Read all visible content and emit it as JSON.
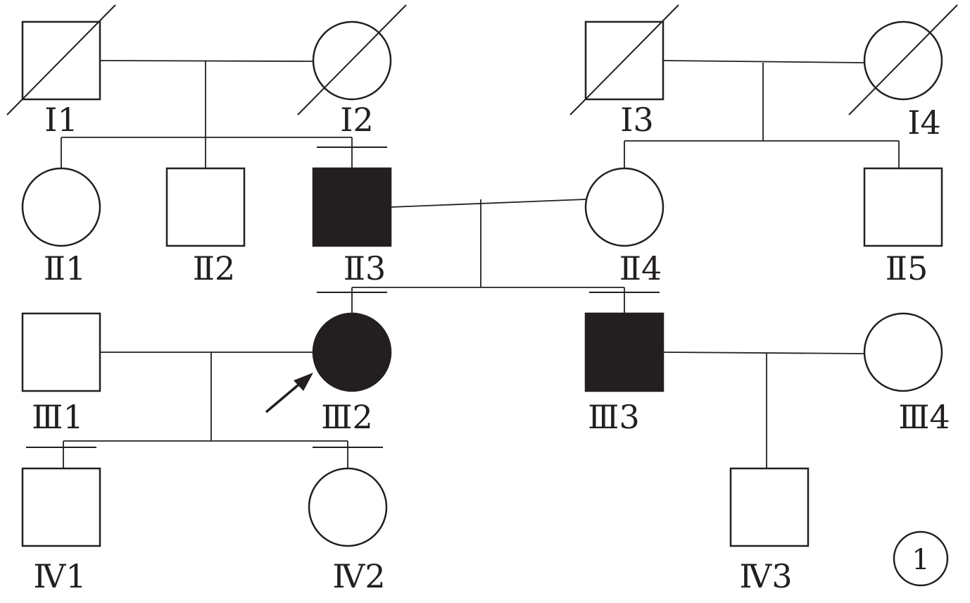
{
  "panel_label": "1",
  "colors": {
    "line": "#231f20",
    "affected": "#231f20",
    "background": "#ffffff"
  },
  "individuals": [
    {
      "id": "I1",
      "sex": "male",
      "affected": false,
      "deceased": true,
      "tested": false,
      "proband": false,
      "label": "Ⅰ1"
    },
    {
      "id": "I2",
      "sex": "female",
      "affected": false,
      "deceased": true,
      "tested": false,
      "proband": false,
      "label": "Ⅰ2"
    },
    {
      "id": "I3",
      "sex": "male",
      "affected": false,
      "deceased": true,
      "tested": false,
      "proband": false,
      "label": "Ⅰ3"
    },
    {
      "id": "I4",
      "sex": "female",
      "affected": false,
      "deceased": true,
      "tested": false,
      "proband": false,
      "label": "Ⅰ4"
    },
    {
      "id": "II1",
      "sex": "female",
      "affected": false,
      "deceased": false,
      "tested": false,
      "proband": false,
      "label": "Ⅱ1"
    },
    {
      "id": "II2",
      "sex": "male",
      "affected": false,
      "deceased": false,
      "tested": false,
      "proband": false,
      "label": "Ⅱ2"
    },
    {
      "id": "II3",
      "sex": "male",
      "affected": true,
      "deceased": false,
      "tested": true,
      "proband": false,
      "label": "Ⅱ3"
    },
    {
      "id": "II4",
      "sex": "female",
      "affected": false,
      "deceased": false,
      "tested": false,
      "proband": false,
      "label": "Ⅱ4"
    },
    {
      "id": "II5",
      "sex": "male",
      "affected": false,
      "deceased": false,
      "tested": false,
      "proband": false,
      "label": "Ⅱ5"
    },
    {
      "id": "III1",
      "sex": "male",
      "affected": false,
      "deceased": false,
      "tested": false,
      "proband": false,
      "label": "Ⅲ1"
    },
    {
      "id": "III2",
      "sex": "female",
      "affected": true,
      "deceased": false,
      "tested": true,
      "proband": true,
      "label": "Ⅲ2"
    },
    {
      "id": "III3",
      "sex": "male",
      "affected": true,
      "deceased": false,
      "tested": true,
      "proband": false,
      "label": "Ⅲ3"
    },
    {
      "id": "III4",
      "sex": "female",
      "affected": false,
      "deceased": false,
      "tested": false,
      "proband": false,
      "label": "Ⅲ4"
    },
    {
      "id": "IV1",
      "sex": "male",
      "affected": false,
      "deceased": false,
      "tested": true,
      "proband": false,
      "label": "Ⅳ1"
    },
    {
      "id": "IV2",
      "sex": "female",
      "affected": false,
      "deceased": false,
      "tested": true,
      "proband": false,
      "label": "Ⅳ2"
    },
    {
      "id": "IV3",
      "sex": "male",
      "affected": false,
      "deceased": false,
      "tested": false,
      "proband": false,
      "label": "Ⅳ3"
    }
  ],
  "couples": [
    {
      "partners": [
        "I1",
        "I2"
      ],
      "children": [
        "II1",
        "II2",
        "II3"
      ]
    },
    {
      "partners": [
        "I3",
        "I4"
      ],
      "children": [
        "II4",
        "II5"
      ]
    },
    {
      "partners": [
        "II3",
        "II4"
      ],
      "children": [
        "III2",
        "III3"
      ]
    },
    {
      "partners": [
        "III1",
        "III2"
      ],
      "children": [
        "IV1",
        "IV2"
      ]
    },
    {
      "partners": [
        "III3",
        "III4"
      ],
      "children": [
        "IV3"
      ]
    }
  ]
}
